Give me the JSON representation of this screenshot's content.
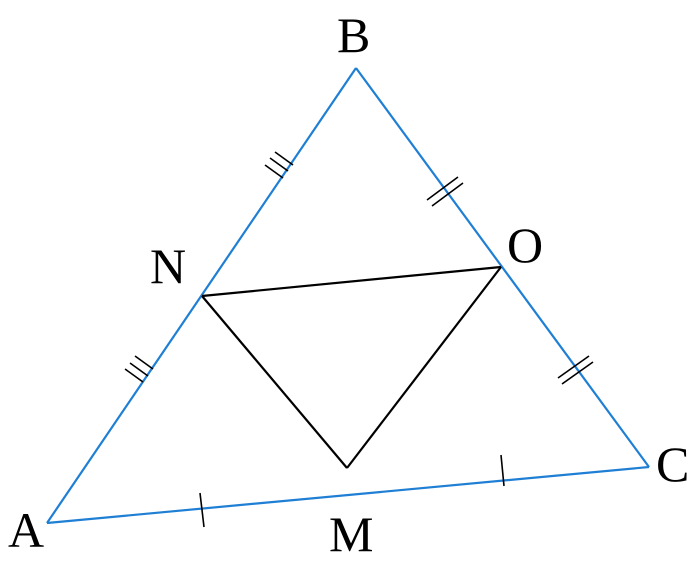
{
  "colors": {
    "outer_triangle": "#1f7fd4",
    "inner_triangle": "#000000",
    "tick_marks": "#000000",
    "labels": "#000000",
    "background": "#ffffff"
  },
  "points": {
    "A": "A",
    "B": "B",
    "C": "C",
    "M": "M",
    "N": "N",
    "O": "O"
  },
  "segments": {
    "outer": [
      "AB",
      "BC",
      "CA"
    ],
    "inner": [
      "NO",
      "OM",
      "MN"
    ]
  },
  "tick_marks": {
    "AN": 3,
    "NB": 3,
    "BO": 2,
    "OC": 2,
    "AM": 1,
    "MC": 1
  }
}
